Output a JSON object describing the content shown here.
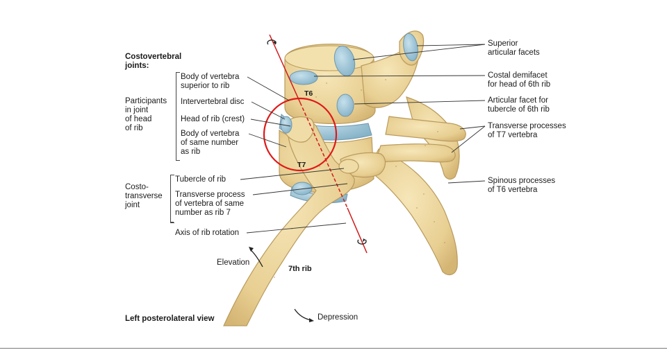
{
  "heading": "Costovertebral\njoints:",
  "groups": {
    "participants": "Participants\nin joint\nof head\nof rib",
    "costotransverse": "Costo-\ntransverse\njoint"
  },
  "left_labels": {
    "body_superior": "Body of vertebra\nsuperior to rib",
    "intervertebral_disc": "Intervertebral disc",
    "head_of_rib": "Head of rib (crest)",
    "body_same": "Body of vertebra\nof same number\nas rib",
    "tubercle": "Tubercle of rib",
    "transverse_process": "Transverse process\nof vertebra of same\nnumber as rib 7",
    "axis": "Axis of rib rotation"
  },
  "right_labels": {
    "superior_facets": "Superior\narticular facets",
    "costal_demifacet": "Costal demifacet\nfor head of 6th rib",
    "articular_facet": "Articular facet for\ntubercle of 6th rib",
    "transverse_t7": "Transverse processes\nof T7 vertebra",
    "spinous_t6": "Spinous processes\nof T6 vertebra"
  },
  "bone_labels": {
    "t6": "T6",
    "t7": "T7",
    "rib7": "7th rib"
  },
  "motion": {
    "elevation": "Elevation",
    "depression": "Depression"
  },
  "view": "Left posterolateral view",
  "colors": {
    "bone": "#eed9a2",
    "bone_edge": "#b99a5c",
    "cartilage": "#9dc4d6",
    "axis": "#d11a1a",
    "highlight": "#e01818",
    "leader": "#333333"
  }
}
